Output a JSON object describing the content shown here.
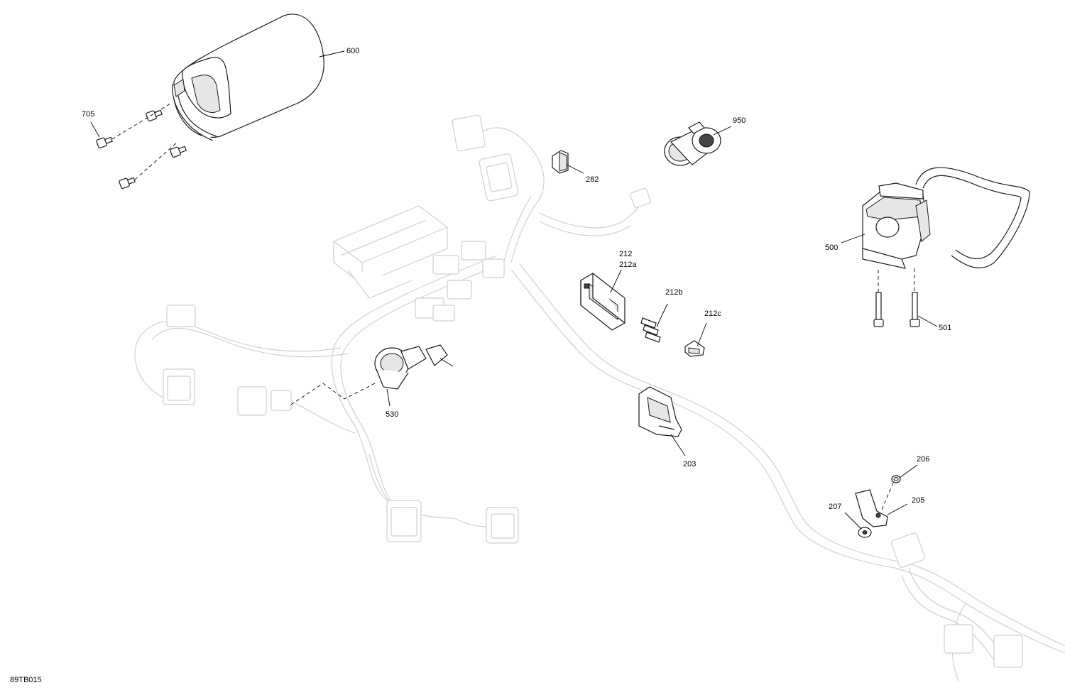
{
  "diagram_id": "89TB015",
  "callouts": {
    "c600": "600",
    "c705": "705",
    "c950": "950",
    "c282": "282",
    "c500": "500",
    "c501": "501",
    "c212": "212",
    "c212a": "212a",
    "c212b": "212b",
    "c212c": "212c",
    "c530": "530",
    "c203": "203",
    "c206": "206",
    "c205": "205",
    "c207": "207"
  },
  "colors": {
    "line": "#1a1a1a",
    "harness_ghost": "#cfcfcf",
    "background": "#ffffff"
  }
}
